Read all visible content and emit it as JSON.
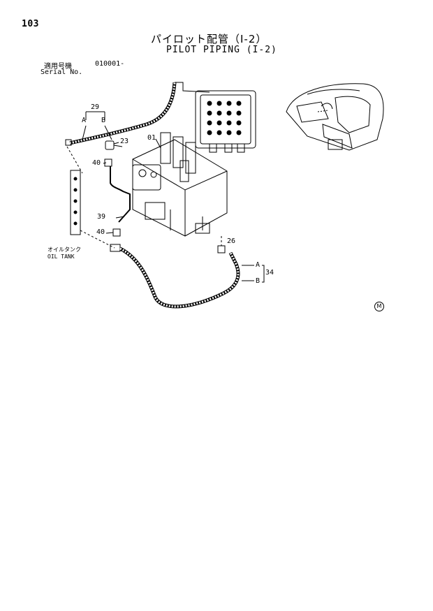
{
  "page": {
    "number": "103",
    "title_jp": "パイロット配管（I-2）",
    "title_en": "PILOT PIPING (I-2)",
    "serial_label_jp": "適用号機",
    "serial_value": "010001-",
    "serial_label_en": "Serial No."
  },
  "callouts": {
    "c29": "29",
    "a_top": "A",
    "b_top": "B",
    "c01": "01",
    "c23": "23",
    "c40_top": "40",
    "c39": "39",
    "c40_bottom": "40",
    "c26": "26",
    "a_bottom": "A",
    "b_bottom": "B",
    "c34": "34"
  },
  "oil_tank": {
    "label_jp": "オイルタンク",
    "label_en": "OIL TANK"
  },
  "mark": "M"
}
